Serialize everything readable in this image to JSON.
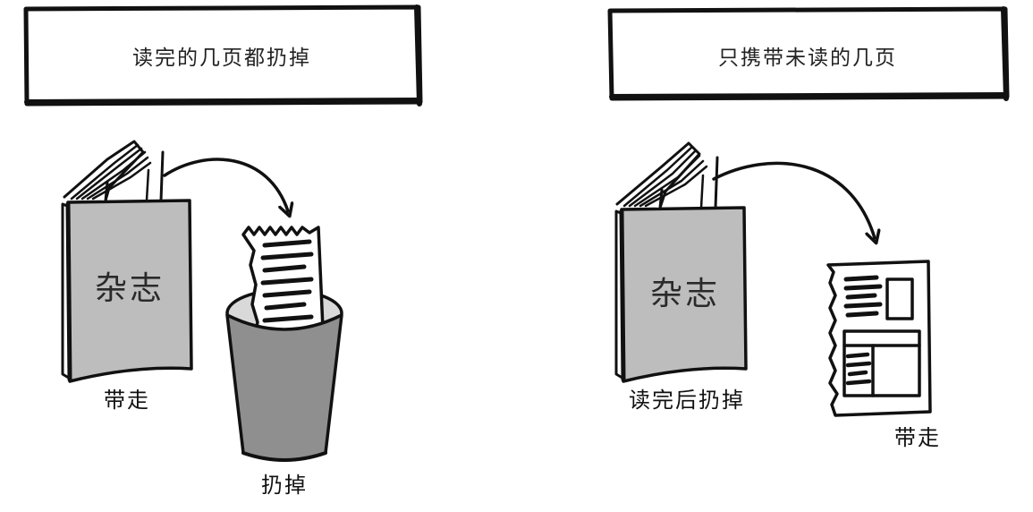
{
  "panels": {
    "left": {
      "title": "读完的几页都扔掉",
      "magazine_cover": "杂志",
      "magazine_label": "带走",
      "trash_label": "扔掉"
    },
    "right": {
      "title": "只携带未读的几页",
      "magazine_cover": "杂志",
      "magazine_label": "读完后扔掉",
      "pages_label": "带走"
    }
  },
  "colors": {
    "ink": "#111111",
    "cover_gray": "#bdbdbd",
    "bin_gray": "#8f8f8f",
    "bin_rim": "#d9d9d9",
    "paper": "#ffffff"
  }
}
